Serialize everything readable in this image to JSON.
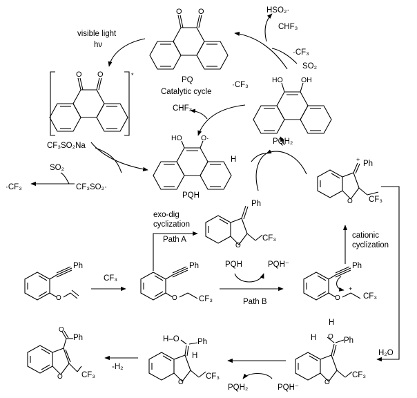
{
  "labels": {
    "visible_light": "visible light",
    "hv": "hν",
    "pq": "PQ",
    "catalytic_cycle": "Catalytic cycle",
    "hso2": "HSO₂·",
    "chf3_top": "CHF₃",
    "cf3_top": "·CF₃",
    "so2_top": "SO₂",
    "cf3_mid": "·CF₃",
    "chf3_mid": "CHF₃",
    "pqh2_top": "PQH₂",
    "cf3so2na": "CF₃SO₂Na",
    "so2_left": "SO₂",
    "cf3_left": "·CF₃",
    "cf3so2_radical": "CF₃SO₂·",
    "pqh": "PQH",
    "h_transfer": "H",
    "ph_top_right": "Ph",
    "cf3_top_right": "CF₃",
    "exo_dig": "exo-dig",
    "cyclization": "cyclization",
    "path_a": "Path A",
    "ph_path_a": "Ph",
    "cf3_path_a": "CF₃",
    "cationic": "cationic",
    "cationic_cyclization": "cyclization",
    "ph_start": "Ph",
    "cf3_reagent": "CF₃",
    "ph_radical": "Ph",
    "cf3_radical": "CF₃",
    "pqh_radical_b": "PQH",
    "pqh_anion_b": "PQH⁻",
    "path_b": "Path B",
    "ph_cation_b": "Ph",
    "cf3_cation_b": "CF₃",
    "h2o": "H₂O",
    "ph_bottom_left": "Ph",
    "cf3_bottom_left": "CF₃",
    "minus_h2": "-H₂",
    "h_enol": "H–O",
    "ph_enol": "Ph",
    "h_ring": "H",
    "cf3_enol": "CF₃",
    "pqh2_bottom": "PQH₂",
    "pqh_anion_bottom": "PQH⁻",
    "h_oxonium": "H",
    "h_plus_oxonium": "H",
    "ph_oxonium": "Ph",
    "cf3_oxonium": "CF₃"
  }
}
